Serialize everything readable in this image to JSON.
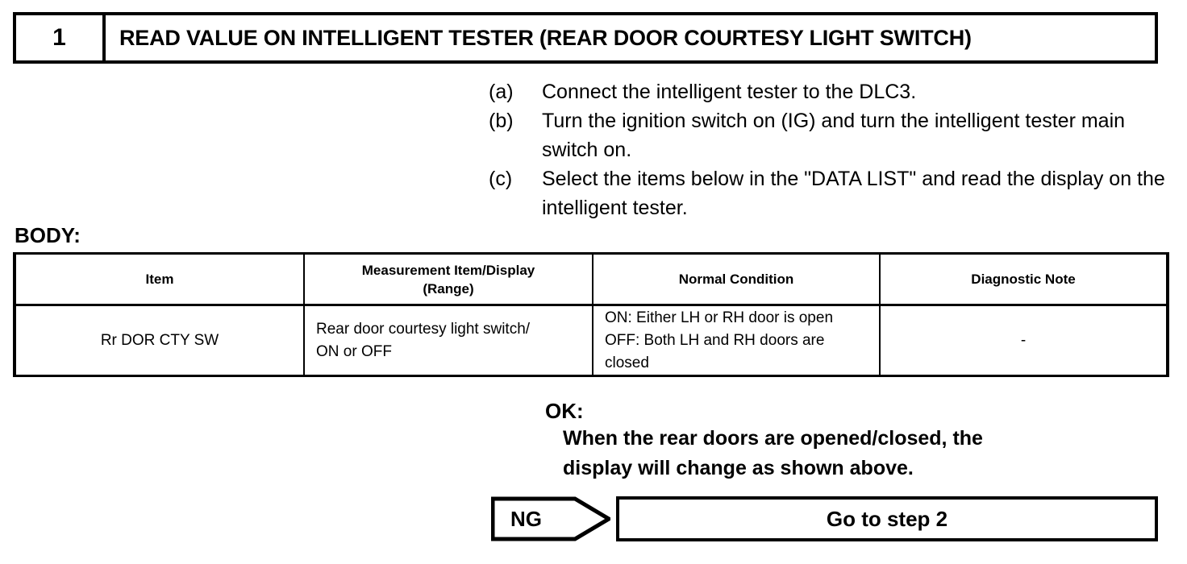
{
  "step": {
    "number": "1",
    "title": "READ VALUE ON INTELLIGENT TESTER (REAR DOOR COURTESY LIGHT SWITCH)"
  },
  "procedure": {
    "items": [
      {
        "marker": "(a)",
        "text": "Connect the intelligent tester to the DLC3."
      },
      {
        "marker": "(b)",
        "text": "Turn the ignition switch on (IG) and turn the intelligent tester main switch on."
      },
      {
        "marker": "(c)",
        "text": "Select the items below in the \"DATA LIST\" and read the display on the intelligent tester."
      }
    ]
  },
  "table": {
    "caption": "BODY:",
    "columns": [
      "Item",
      "Measurement Item/Display (Range)",
      "Normal Condition",
      "Diagnostic Note"
    ],
    "column_lines": {
      "measure_line1": "Measurement Item/Display",
      "measure_line2": "(Range)"
    },
    "rows": [
      {
        "item": "Rr DOR CTY SW",
        "measurement_line1": "Rear door courtesy light switch/",
        "measurement_line2": "ON or OFF",
        "normal_line1": "ON: Either LH or RH door is open",
        "normal_line2": "OFF: Both LH and RH doors are",
        "normal_line3": "closed",
        "diagnostic_note": "-"
      }
    ]
  },
  "result_ok": {
    "label": "OK:",
    "line1": "When the rear doors are opened/closed, the",
    "line2": "display will change as shown above."
  },
  "result_ng": {
    "label": "NG",
    "action": "Go to step 2"
  }
}
